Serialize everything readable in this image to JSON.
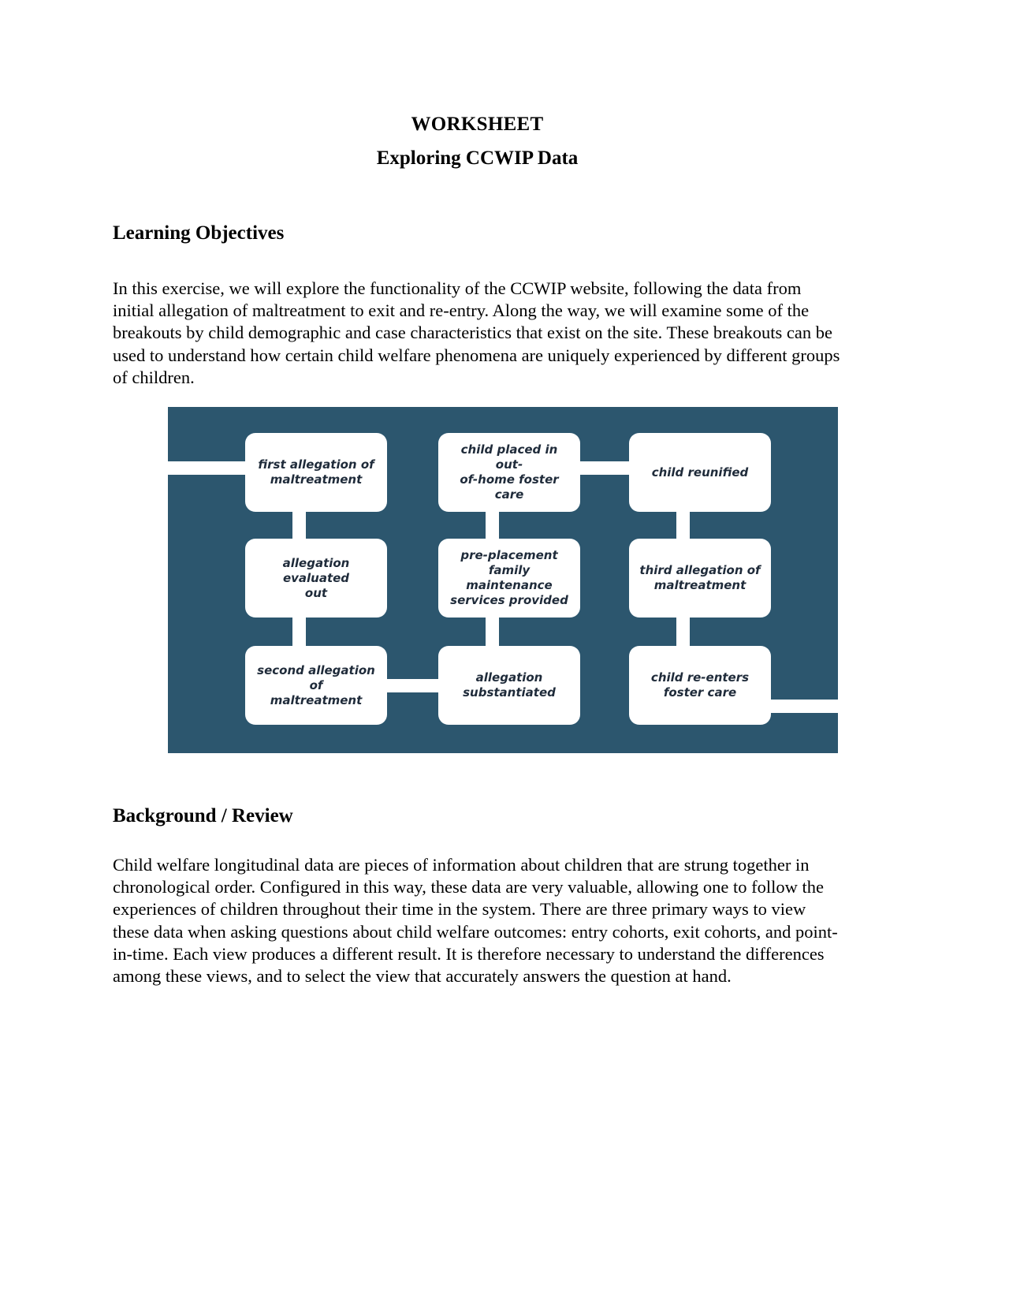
{
  "document": {
    "title": "WORKSHEET",
    "subtitle": "Exploring CCWIP Data"
  },
  "sections": [
    {
      "heading": "Learning Objectives",
      "paragraph": "In this exercise, we will explore the functionality of the CCWIP website, following the data from initial allegation of maltreatment to exit and re-entry.  Along the way, we will examine some of the breakouts by child demographic and case characteristics that exist on the site.  These breakouts can be used to understand how certain child welfare phenomena are uniquely experienced by different groups of children."
    },
    {
      "heading": "Background / Review",
      "paragraph": "Child welfare longitudinal data are pieces of information about children that are strung together in chronological order. Configured in this way, these data are very valuable, allowing one to follow the experiences of children throughout their time in the system. There are three primary ways to view these data when asking questions about child welfare outcomes: entry cohorts, exit cohorts, and point-in-time. Each view produces a different result. It is therefore necessary to understand the differences among these views, and to select the view that accurately answers the question at hand."
    }
  ],
  "diagram": {
    "background_color": "#2c566e",
    "box_color": "#ffffff",
    "connector_color": "#ffffff",
    "boxes": [
      {
        "id": "first-allegation",
        "lines": [
          "first allegation of",
          "maltreatment"
        ]
      },
      {
        "id": "child-placed",
        "lines": [
          "child placed in out-",
          "of-home foster care"
        ]
      },
      {
        "id": "child-reunified",
        "lines": [
          "child reunified"
        ]
      },
      {
        "id": "allegation-evaluated",
        "lines": [
          "allegation evaluated",
          "out"
        ]
      },
      {
        "id": "pre-placement",
        "lines": [
          "pre-placement",
          "family maintenance",
          "services provided"
        ]
      },
      {
        "id": "third-allegation",
        "lines": [
          "third allegation of",
          "maltreatment"
        ]
      },
      {
        "id": "second-allegation",
        "lines": [
          "second allegation of",
          "maltreatment"
        ]
      },
      {
        "id": "allegation-substantiated",
        "lines": [
          "allegation",
          "substantiated"
        ]
      },
      {
        "id": "child-reenters",
        "lines": [
          "child re-enters",
          "foster care"
        ]
      }
    ]
  }
}
